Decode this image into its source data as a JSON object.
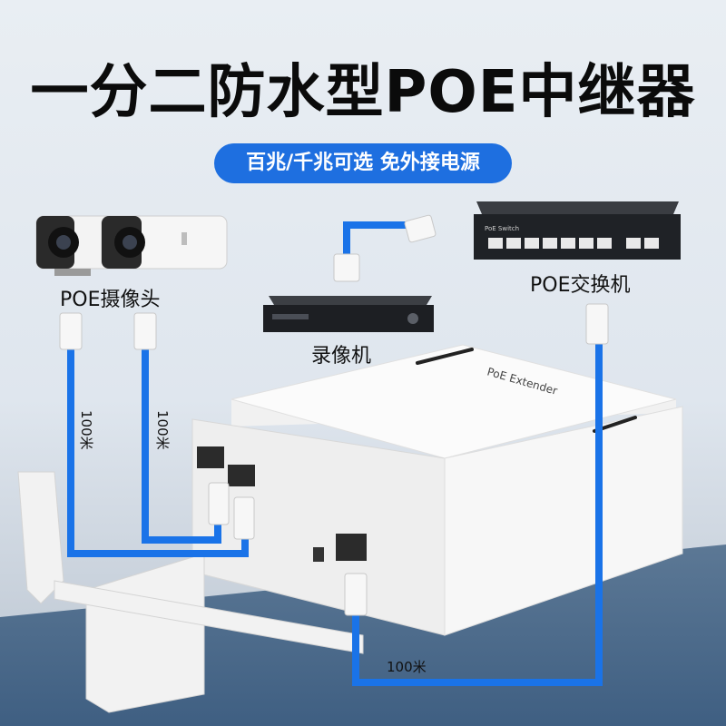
{
  "title": "一分二防水型POE中继器",
  "subtitle": "百兆/千兆可选 免外接电源",
  "labels": {
    "camera": "POE摄像头",
    "nvr": "录像机",
    "switch": "POE交换机",
    "dist_left": "100米",
    "dist_mid": "100米",
    "dist_bottom": "100米"
  },
  "device_text": {
    "extender": "PoE Extender",
    "switch_brand": "PoE Switch"
  },
  "colors": {
    "accent": "#1e6fe0",
    "cable": "#1a73e8",
    "title": "#0b0b0b"
  }
}
